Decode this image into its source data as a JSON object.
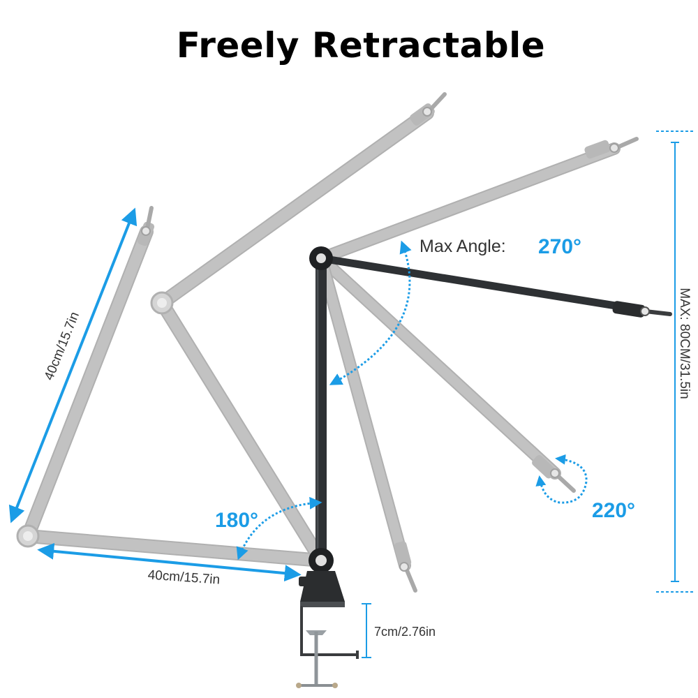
{
  "title": "Freely Retractable",
  "dimensions": {
    "upper_arm": "40cm/15.7in",
    "lower_arm": "40cm/15.7in",
    "max_height": "MAX: 80CM/31.5in",
    "clamp_opening": "7cm/2.76in"
  },
  "angles": {
    "max_angle_label": "Max Angle:",
    "max_angle_value": "270°",
    "base_angle": "180°",
    "tip_angle": "220°"
  },
  "colors": {
    "accent": "#1b9ce6",
    "arm_dark": "#2e3134",
    "arm_ghost": "#c2c2c2",
    "title": "#000000",
    "text": "#333333"
  }
}
